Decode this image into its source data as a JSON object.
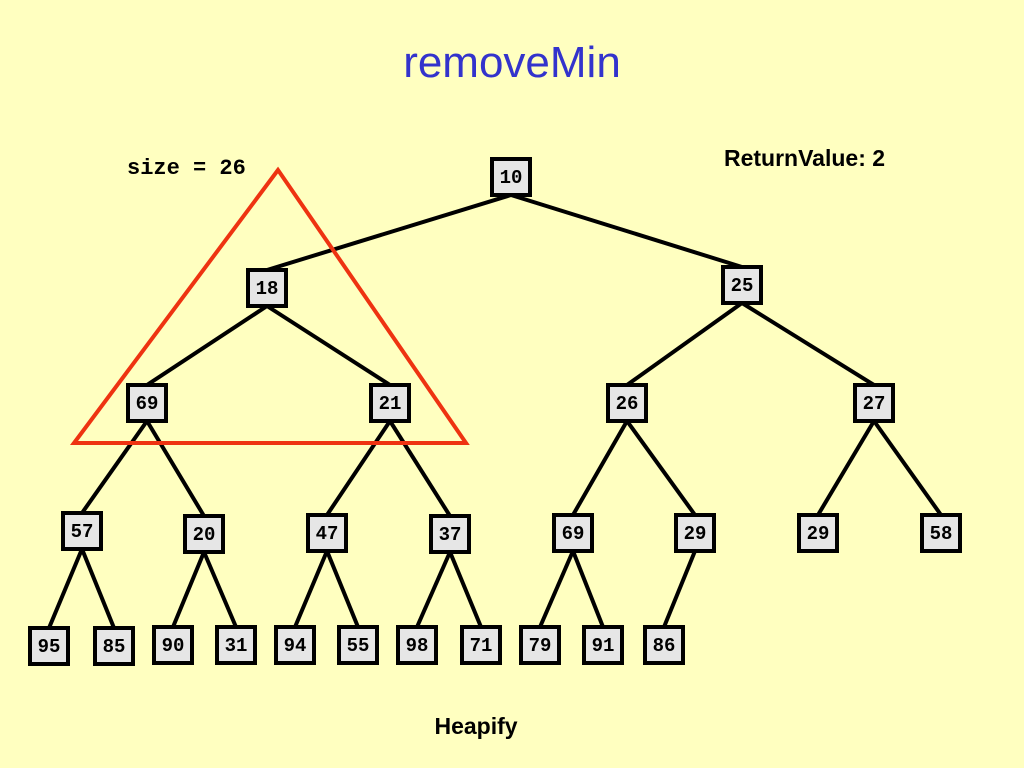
{
  "slide": {
    "title": "removeMin",
    "size_label": "size = 26",
    "return_label": "ReturnValue: 2",
    "footer": "Heapify"
  },
  "colors": {
    "background": "#ffffc0",
    "title": "#3333cc",
    "highlight_triangle": "#ee3311",
    "node_fill": "#e6e6e6",
    "edge": "#000000"
  },
  "heap": {
    "nodes": [
      {
        "id": "n0",
        "value": "10"
      },
      {
        "id": "n1",
        "value": "18"
      },
      {
        "id": "n2",
        "value": "25"
      },
      {
        "id": "n3",
        "value": "69"
      },
      {
        "id": "n4",
        "value": "21"
      },
      {
        "id": "n5",
        "value": "26"
      },
      {
        "id": "n6",
        "value": "27"
      },
      {
        "id": "n7",
        "value": "57"
      },
      {
        "id": "n8",
        "value": "20"
      },
      {
        "id": "n9",
        "value": "47"
      },
      {
        "id": "n10",
        "value": "37"
      },
      {
        "id": "n11",
        "value": "69"
      },
      {
        "id": "n12",
        "value": "29"
      },
      {
        "id": "n13",
        "value": "29"
      },
      {
        "id": "n14",
        "value": "58"
      },
      {
        "id": "n15",
        "value": "95"
      },
      {
        "id": "n16",
        "value": "85"
      },
      {
        "id": "n17",
        "value": "90"
      },
      {
        "id": "n18",
        "value": "31"
      },
      {
        "id": "n19",
        "value": "94"
      },
      {
        "id": "n20",
        "value": "55"
      },
      {
        "id": "n21",
        "value": "98"
      },
      {
        "id": "n22",
        "value": "71"
      },
      {
        "id": "n23",
        "value": "79"
      },
      {
        "id": "n24",
        "value": "91"
      },
      {
        "id": "n25",
        "value": "86"
      }
    ],
    "edges": [
      [
        "n0",
        "n1"
      ],
      [
        "n0",
        "n2"
      ],
      [
        "n1",
        "n3"
      ],
      [
        "n1",
        "n4"
      ],
      [
        "n2",
        "n5"
      ],
      [
        "n2",
        "n6"
      ],
      [
        "n3",
        "n7"
      ],
      [
        "n3",
        "n8"
      ],
      [
        "n4",
        "n9"
      ],
      [
        "n4",
        "n10"
      ],
      [
        "n5",
        "n11"
      ],
      [
        "n5",
        "n12"
      ],
      [
        "n6",
        "n13"
      ],
      [
        "n6",
        "n14"
      ],
      [
        "n7",
        "n15"
      ],
      [
        "n7",
        "n16"
      ],
      [
        "n8",
        "n17"
      ],
      [
        "n8",
        "n18"
      ],
      [
        "n9",
        "n19"
      ],
      [
        "n9",
        "n20"
      ],
      [
        "n10",
        "n21"
      ],
      [
        "n10",
        "n22"
      ],
      [
        "n11",
        "n23"
      ],
      [
        "n11",
        "n24"
      ],
      [
        "n12",
        "n25"
      ]
    ],
    "highlighted_subtree_root": "n1"
  }
}
